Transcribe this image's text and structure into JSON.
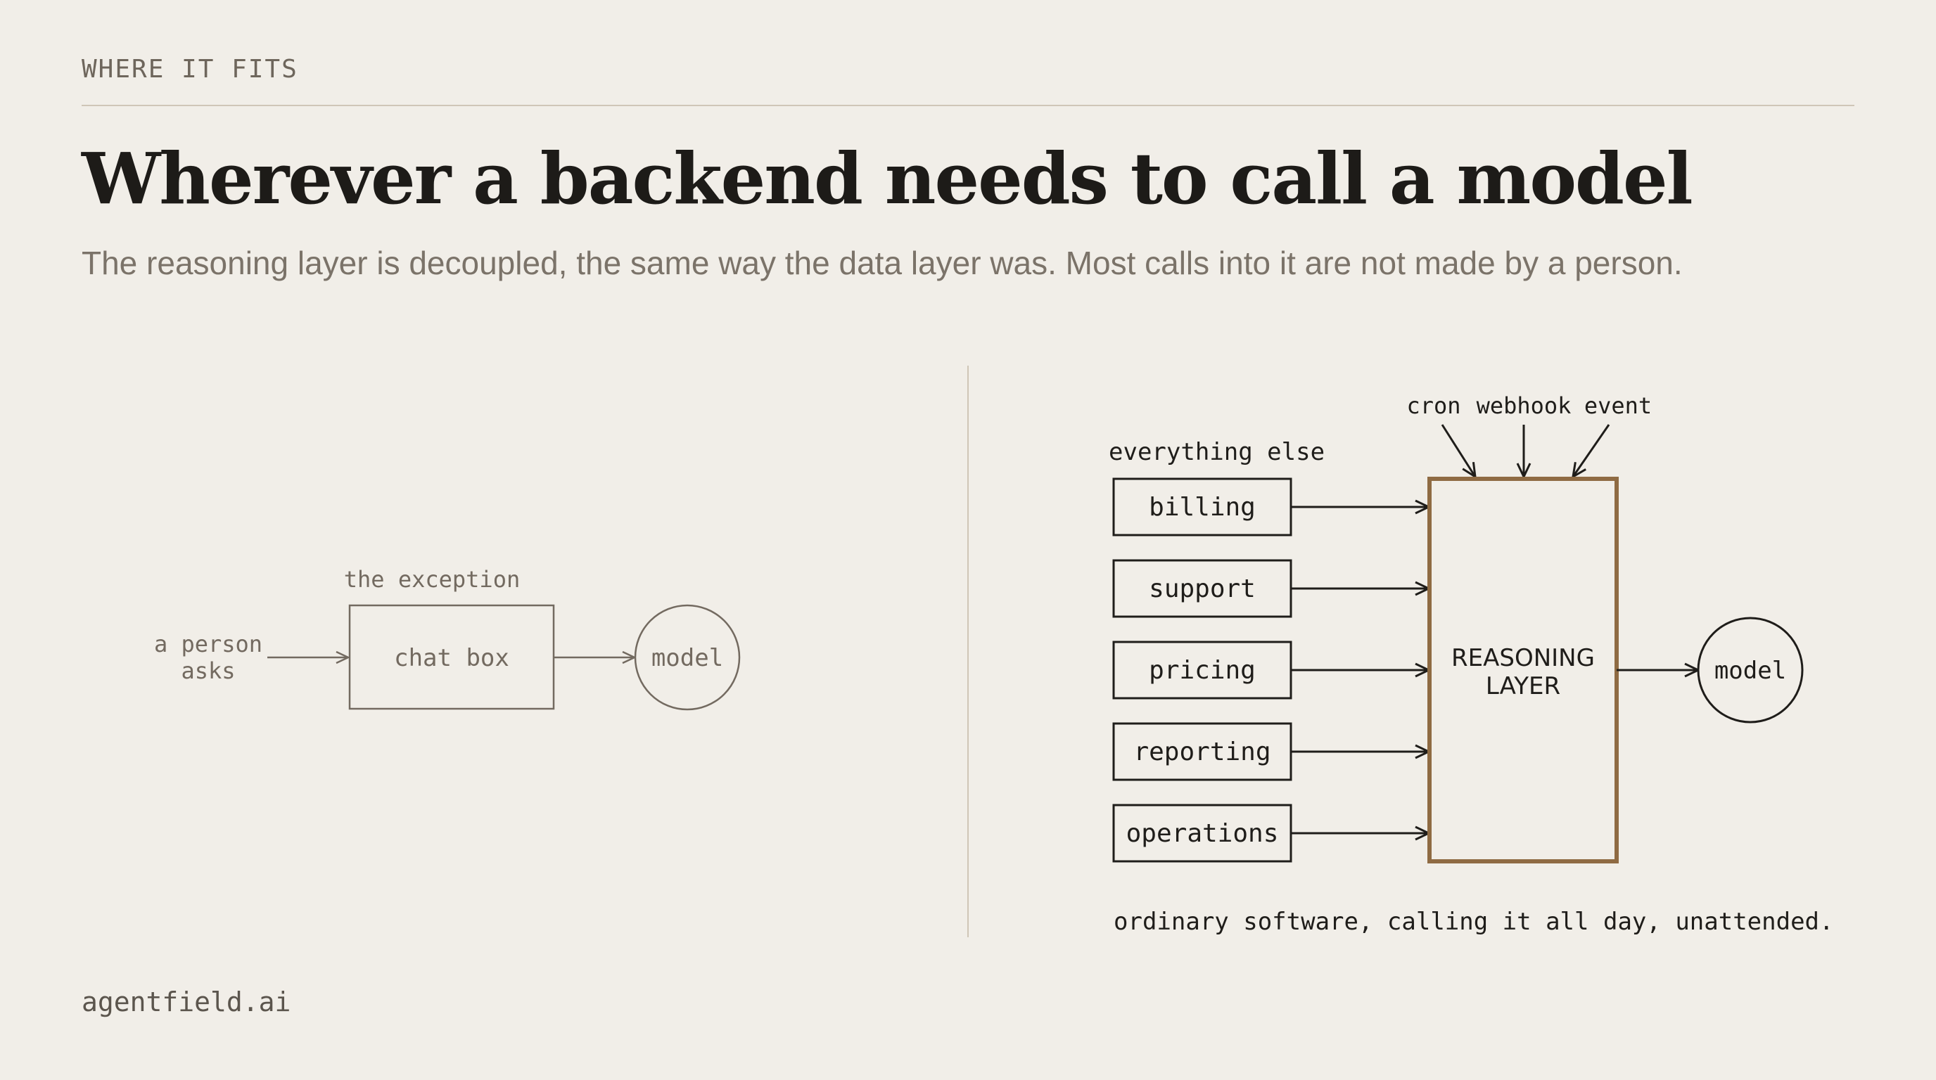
{
  "header": {
    "eyebrow": "WHERE IT FITS",
    "title": "Wherever a backend needs to call a model",
    "subtitle": "The reasoning layer is decoupled, the same way the data layer was. Most calls into it are not made by a person."
  },
  "left_diagram": {
    "input_label_line1": "a person",
    "input_label_line2": "asks",
    "box_caption": "the exception",
    "box_label": "chat box",
    "target_label": "model"
  },
  "right_diagram": {
    "group_caption": "everything else",
    "sources": [
      "billing",
      "support",
      "pricing",
      "reporting",
      "operations"
    ],
    "triggers": [
      "cron",
      "webhook",
      "event"
    ],
    "hub_line1": "REASONING",
    "hub_line2": "LAYER",
    "target_label": "model",
    "caption": "ordinary software, calling it all day, unattended."
  },
  "footer": {
    "site": "agentfield.ai"
  },
  "colors": {
    "background": "#f1eee8",
    "accent": "#8f6b43",
    "muted_stroke": "#736a60",
    "dark_stroke": "#1f1d1a"
  }
}
